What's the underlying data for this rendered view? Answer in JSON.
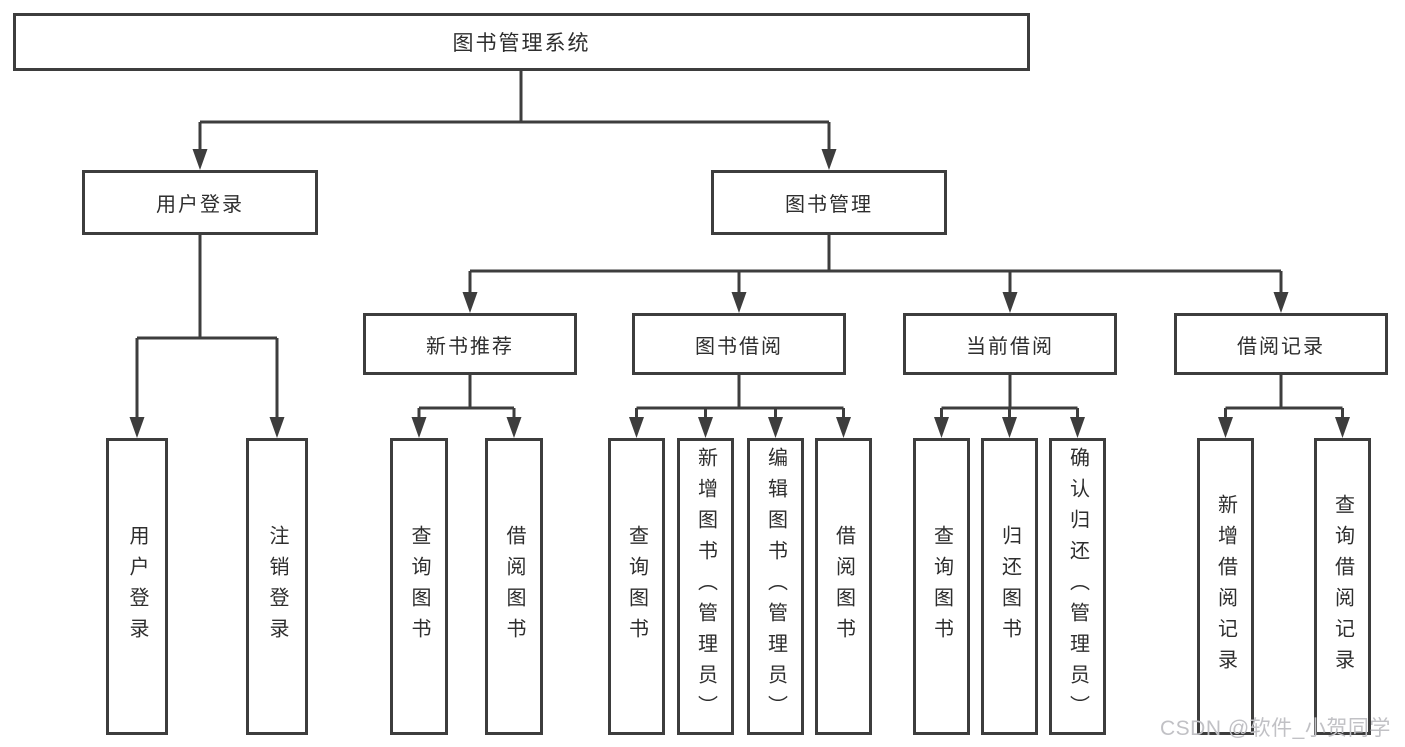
{
  "tree": {
    "root": "图书管理系统",
    "level2": [
      "用户登录",
      "图书管理"
    ],
    "level3": [
      "新书推荐",
      "图书借阅",
      "当前借阅",
      "借阅记录"
    ],
    "leaves": {
      "user_login": [
        "用户登录",
        "注销登录"
      ],
      "new_book": [
        "查询图书",
        "借阅图书"
      ],
      "book_borrow": [
        "查询图书",
        "新增图书（管理员）",
        "编辑图书（管理员）",
        "借阅图书"
      ],
      "current_borrow": [
        "查询图书",
        "归还图书",
        "确认归还（管理员）"
      ],
      "borrow_records": [
        "新增借阅记录",
        "查询借阅记录"
      ]
    }
  },
  "watermark": {
    "text": "CSDN @软件_小贺同学"
  },
  "colors": {
    "line": "#3d3d3d",
    "text": "#2e2e2e",
    "watermark": "#c1c1c5",
    "background": "#ffffff"
  }
}
